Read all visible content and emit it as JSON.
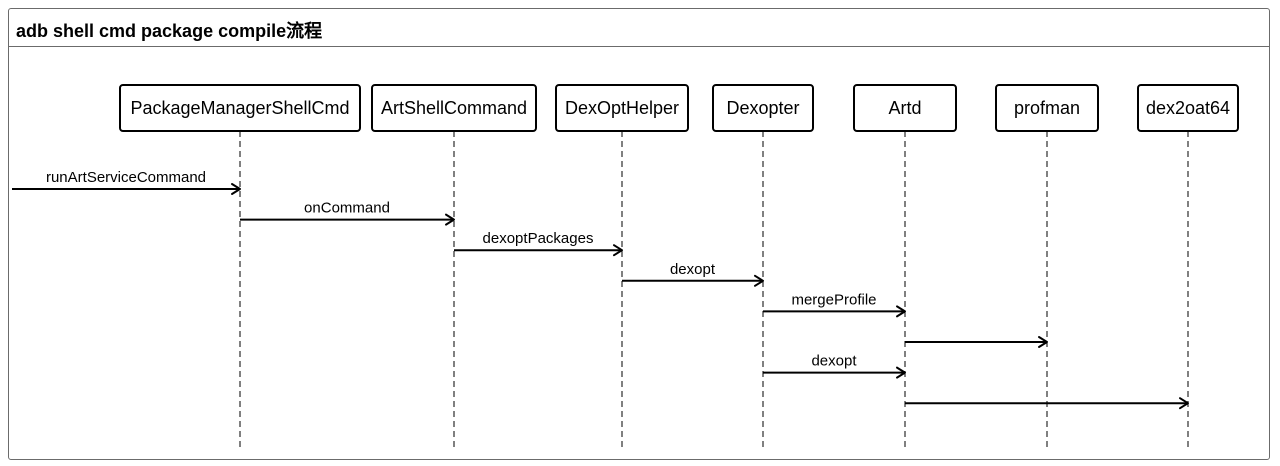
{
  "title": "adb shell cmd package compile流程",
  "diagram": {
    "participants": [
      {
        "id": "pmsc",
        "label": "PackageManagerShellCmd"
      },
      {
        "id": "asc",
        "label": "ArtShellCommand"
      },
      {
        "id": "doh",
        "label": "DexOptHelper"
      },
      {
        "id": "dexopter",
        "label": "Dexopter"
      },
      {
        "id": "artd",
        "label": "Artd"
      },
      {
        "id": "profman",
        "label": "profman"
      },
      {
        "id": "dex2oat64",
        "label": "dex2oat64"
      }
    ],
    "messages": [
      {
        "from": null,
        "to": "pmsc",
        "label": "runArtServiceCommand"
      },
      {
        "from": "pmsc",
        "to": "asc",
        "label": "onCommand"
      },
      {
        "from": "asc",
        "to": "doh",
        "label": "dexoptPackages"
      },
      {
        "from": "doh",
        "to": "dexopter",
        "label": "dexopt"
      },
      {
        "from": "dexopter",
        "to": "artd",
        "label": "mergeProfile"
      },
      {
        "from": "artd",
        "to": "profman",
        "label": ""
      },
      {
        "from": "dexopter",
        "to": "artd",
        "label": "dexopt"
      },
      {
        "from": "artd",
        "to": "dex2oat64",
        "label": ""
      }
    ]
  }
}
